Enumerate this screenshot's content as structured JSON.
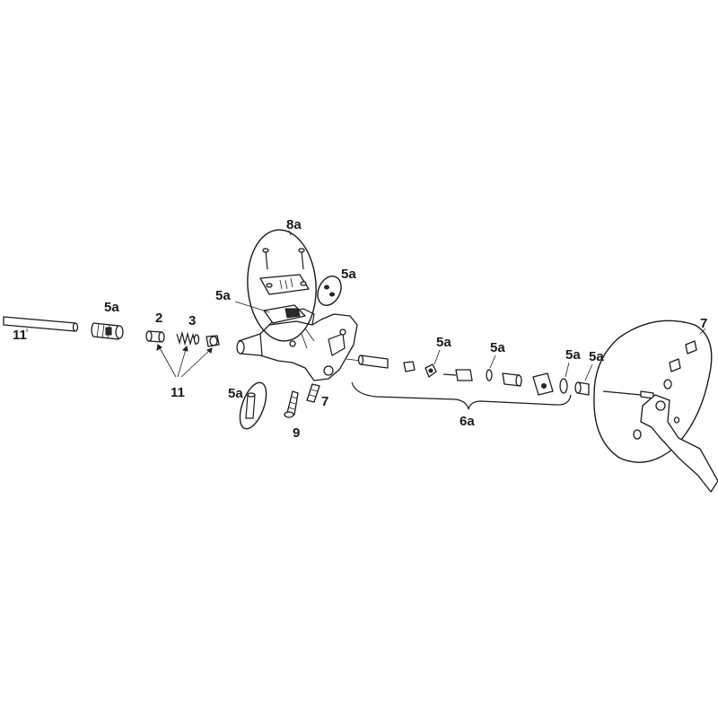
{
  "callouts": {
    "c11_left": "11",
    "c5a_grip": "5a",
    "c2": "2",
    "c3": "3",
    "c11_bottom": "11",
    "c8a": "8a",
    "c5a_reservoir": "5a",
    "c5a_right_small": "5a",
    "c5a_lower_left": "5a",
    "c9": "9",
    "c7_mid": "7",
    "c5a_piston": "5a",
    "c5a_piston2": "5a",
    "c5a_ring": "5a",
    "c5a_cap": "5a",
    "c6a": "6a",
    "c7_right": "7"
  }
}
